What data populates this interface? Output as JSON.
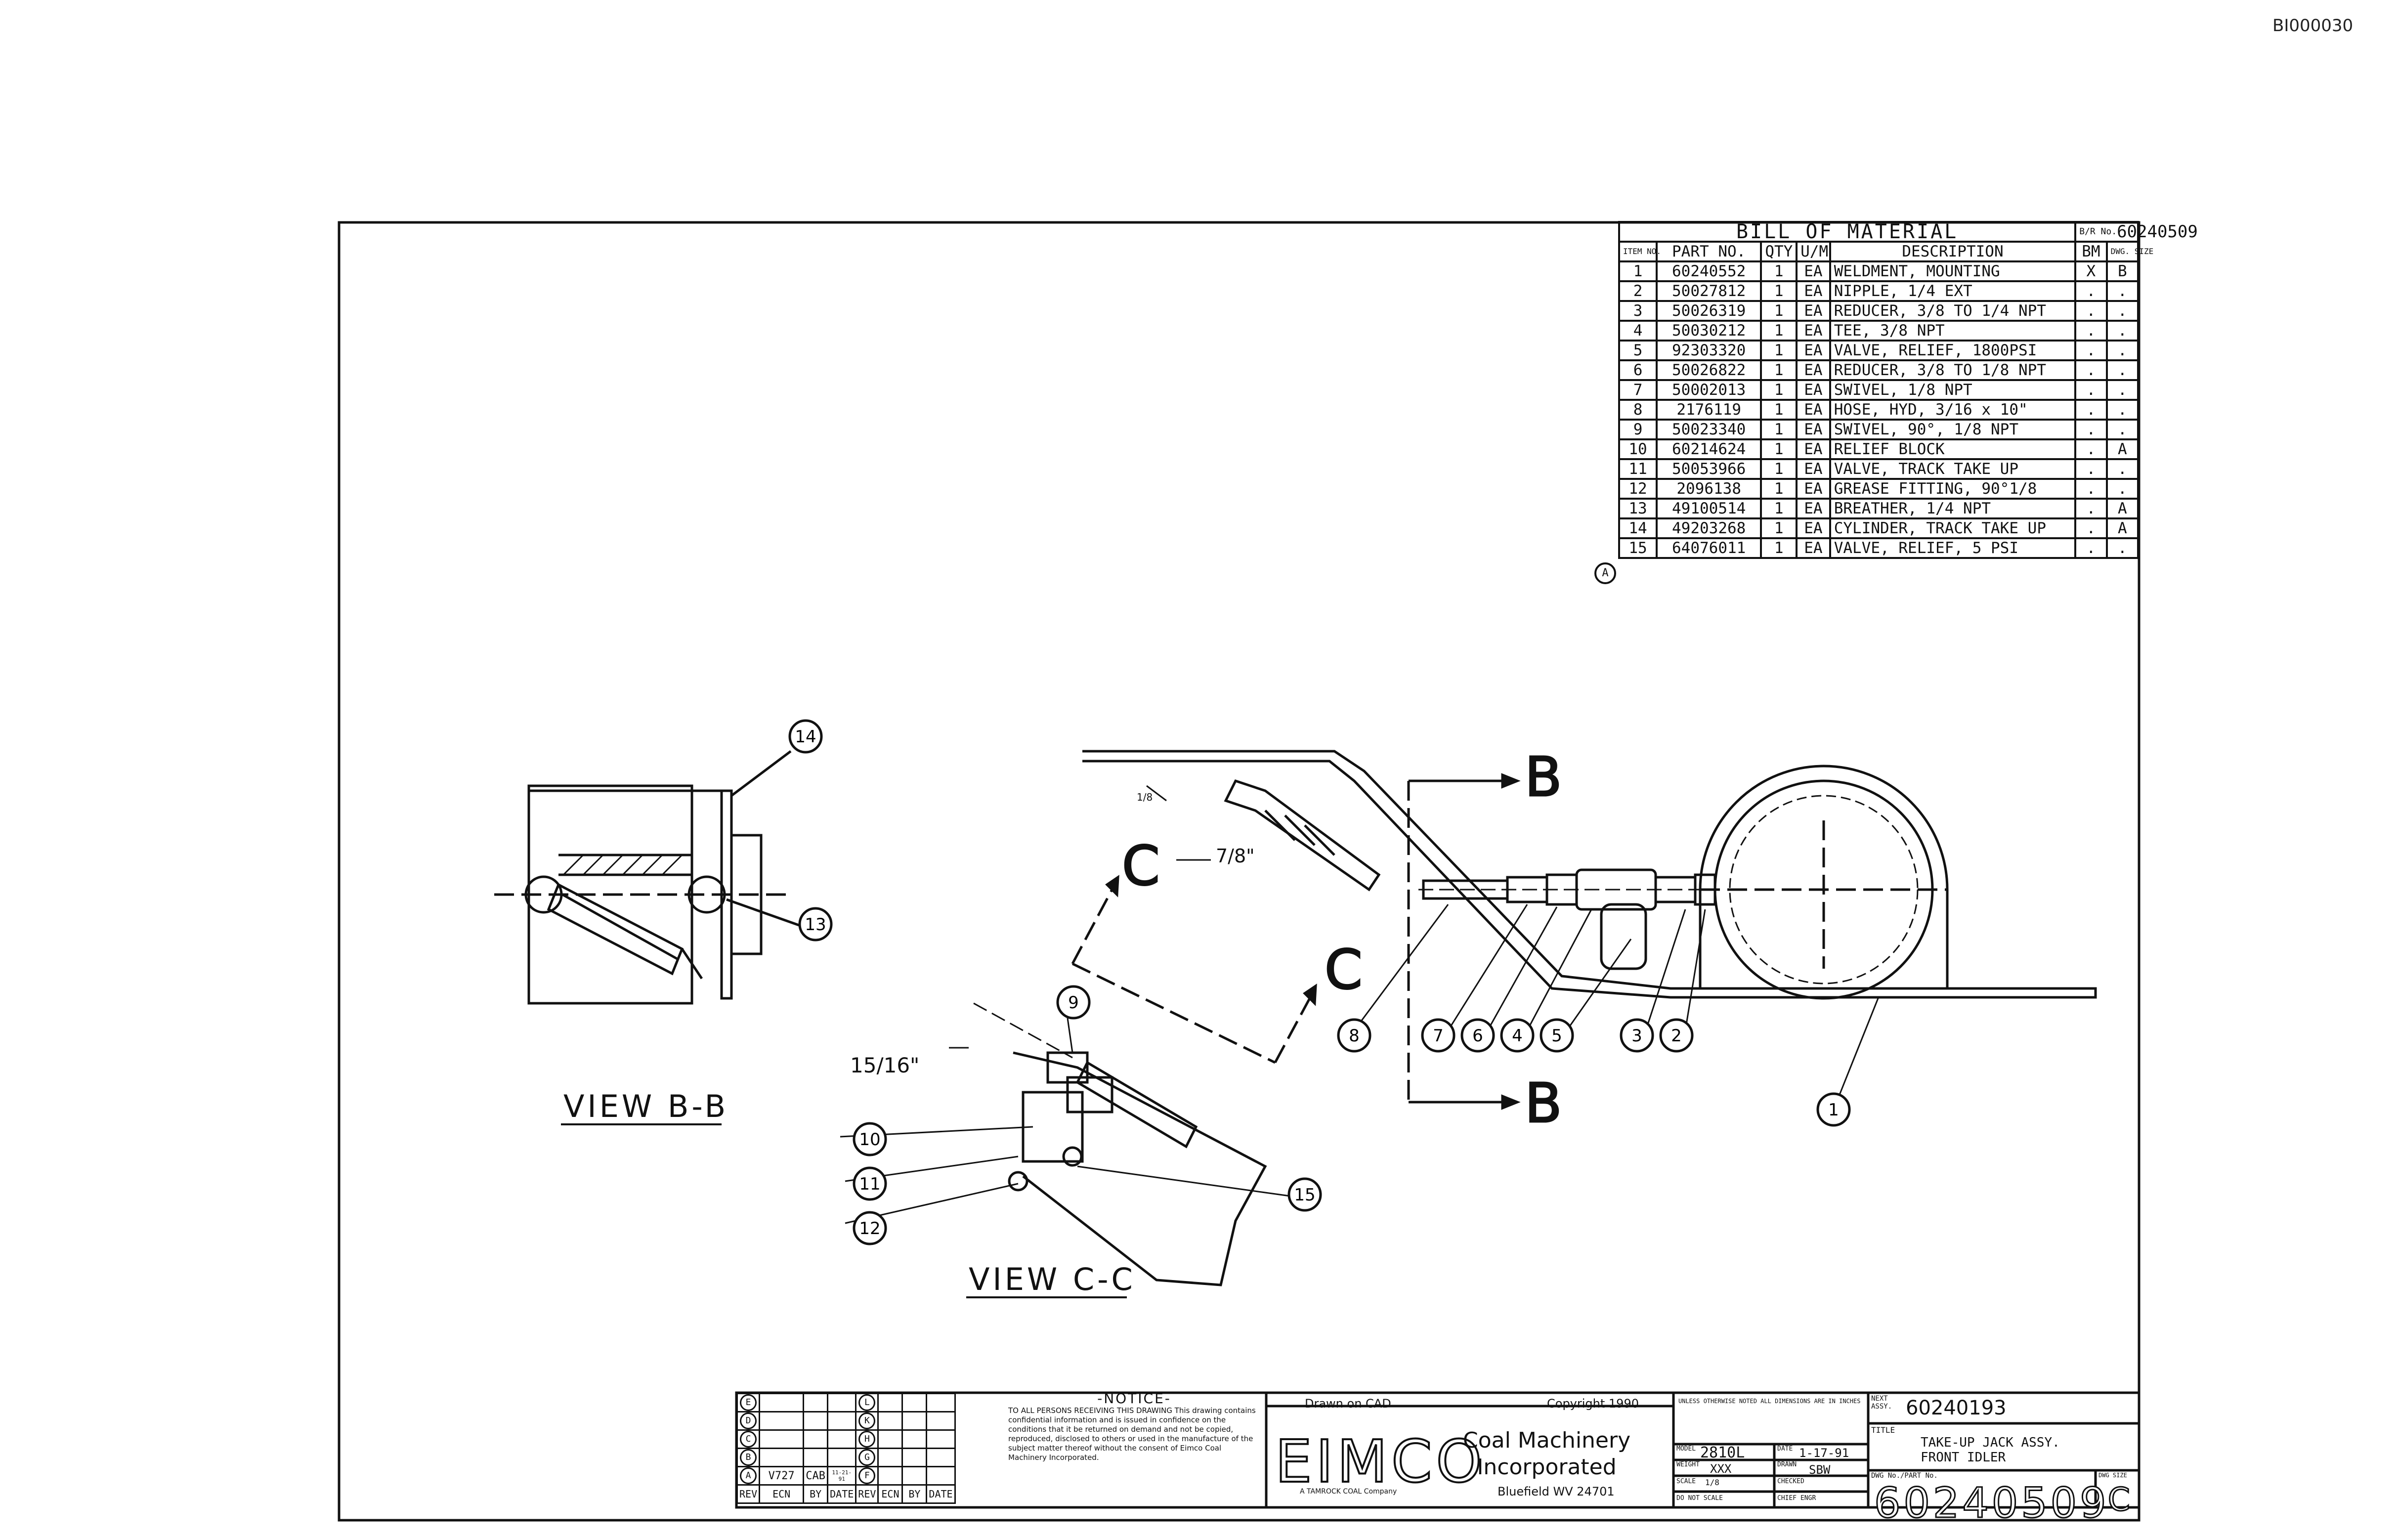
{
  "sheet_id": "BI000030",
  "bom": {
    "title": "BILL OF MATERIAL",
    "br_no_label": "B/R No.",
    "br_no": "60240509",
    "headers": {
      "item_no": "ITEM NO.",
      "part_no": "PART NO.",
      "qty": "QTY",
      "um": "U/M",
      "description": "DESCRIPTION",
      "bm": "BM",
      "dwg_size": "DWG. SIZE"
    },
    "rows": [
      {
        "item": "1",
        "part": "60240552",
        "qty": "1",
        "um": "EA",
        "desc": "WELDMENT, MOUNTING",
        "bm": "X",
        "size": "B"
      },
      {
        "item": "2",
        "part": "50027812",
        "qty": "1",
        "um": "EA",
        "desc": "NIPPLE, 1/4 EXT",
        "bm": ".",
        "size": "."
      },
      {
        "item": "3",
        "part": "50026319",
        "qty": "1",
        "um": "EA",
        "desc": "REDUCER, 3/8 TO 1/4 NPT",
        "bm": ".",
        "size": "."
      },
      {
        "item": "4",
        "part": "50030212",
        "qty": "1",
        "um": "EA",
        "desc": "TEE, 3/8 NPT",
        "bm": ".",
        "size": "."
      },
      {
        "item": "5",
        "part": "92303320",
        "qty": "1",
        "um": "EA",
        "desc": "VALVE, RELIEF, 1800PSI",
        "bm": ".",
        "size": "."
      },
      {
        "item": "6",
        "part": "50026822",
        "qty": "1",
        "um": "EA",
        "desc": "REDUCER, 3/8 TO 1/8 NPT",
        "bm": ".",
        "size": "."
      },
      {
        "item": "7",
        "part": "50002013",
        "qty": "1",
        "um": "EA",
        "desc": "SWIVEL, 1/8 NPT",
        "bm": ".",
        "size": "."
      },
      {
        "item": "8",
        "part": "2176119",
        "qty": "1",
        "um": "EA",
        "desc": "HOSE, HYD, 3/16 x 10\"",
        "bm": ".",
        "size": "."
      },
      {
        "item": "9",
        "part": "50023340",
        "qty": "1",
        "um": "EA",
        "desc": "SWIVEL, 90°, 1/8 NPT",
        "bm": ".",
        "size": "."
      },
      {
        "item": "10",
        "part": "60214624",
        "qty": "1",
        "um": "EA",
        "desc": "RELIEF BLOCK",
        "bm": ".",
        "size": "A"
      },
      {
        "item": "11",
        "part": "50053966",
        "qty": "1",
        "um": "EA",
        "desc": "VALVE, TRACK TAKE UP",
        "bm": ".",
        "size": "."
      },
      {
        "item": "12",
        "part": "2096138",
        "qty": "1",
        "um": "EA",
        "desc": "GREASE FITTING, 90°1/8",
        "bm": ".",
        "size": "."
      },
      {
        "item": "13",
        "part": "49100514",
        "qty": "1",
        "um": "EA",
        "desc": "BREATHER, 1/4 NPT",
        "bm": ".",
        "size": "A"
      },
      {
        "item": "14",
        "part": "49203268",
        "qty": "1",
        "um": "EA",
        "desc": "CYLINDER, TRACK TAKE UP",
        "bm": ".",
        "size": "A"
      },
      {
        "item": "15",
        "part": "64076011",
        "qty": "1",
        "um": "EA",
        "desc": "VALVE, RELIEF, 5 PSI",
        "bm": ".",
        "size": "."
      }
    ],
    "rev_mark": "A"
  },
  "drawing": {
    "views": {
      "view_bb": "VIEW B-B",
      "view_cc": "VIEW C-C"
    },
    "section_labels": {
      "b": "B",
      "c": "C"
    },
    "dimensions": {
      "d1": "7/8\"",
      "d2": "15/16\""
    },
    "small_dim": "1/8",
    "balloons": [
      "1",
      "2",
      "3",
      "4",
      "5",
      "6",
      "7",
      "8",
      "9",
      "10",
      "11",
      "12",
      "13",
      "14",
      "15"
    ]
  },
  "title_block": {
    "rev_letters_left": [
      "E",
      "D",
      "C",
      "B",
      "A"
    ],
    "rev_letters_right": [
      "L",
      "K",
      "H",
      "G",
      "F"
    ],
    "rev_a": {
      "rev": "V727",
      "ecn": "CAB",
      "date": "11-21-91"
    },
    "rev_headers": [
      "REV",
      "ECN",
      "BY",
      "DATE",
      "REV",
      "ECN",
      "BY",
      "DATE"
    ],
    "notice_title": "-NOTICE-",
    "notice_text": "TO ALL PERSONS RECEIVING THIS DRAWING This drawing contains confidential information and is issued in confidence on the conditions that it be returned on demand and not be copied, reproduced, disclosed to others or used in the manufacture of the subject matter thereof without the consent of Eimco Coal Machinery Incorporated.",
    "drawn_on": "Drawn on CAD",
    "copyright": "Copyright 1990",
    "logo": "EIMCO",
    "logo_sub": "A TAMROCK COAL Company",
    "company_line1": "Coal Machinery",
    "company_line2": "Incorporated",
    "company_location": "Bluefield WV 24701",
    "tolerance_note": "UNLESS OTHERWISE NOTED ALL DIMENSIONS ARE IN INCHES",
    "model_label": "MODEL",
    "model": "2810L",
    "date_label": "DATE",
    "date": "1-17-91",
    "weight_label": "WEIGHT",
    "weight": "XXX",
    "drawn_label": "DRAWN",
    "drawn": "SBW",
    "scale_label": "SCALE",
    "scale": "1/8",
    "checked_label": "CHECKED",
    "chief_label": "CHIEF ENGR",
    "do_not_scale": "DO NOT SCALE",
    "next_assy_label": "NEXT ASSY.",
    "next_assy": "60240193",
    "title_label": "TITLE",
    "title_line1": "TAKE-UP JACK ASSY.",
    "title_line2": "FRONT IDLER",
    "dwg_no_label": "DWG No./PART No.",
    "dwg_no": "60240509",
    "dwg_size_label": "DWG SIZE",
    "dwg_size": "C"
  }
}
